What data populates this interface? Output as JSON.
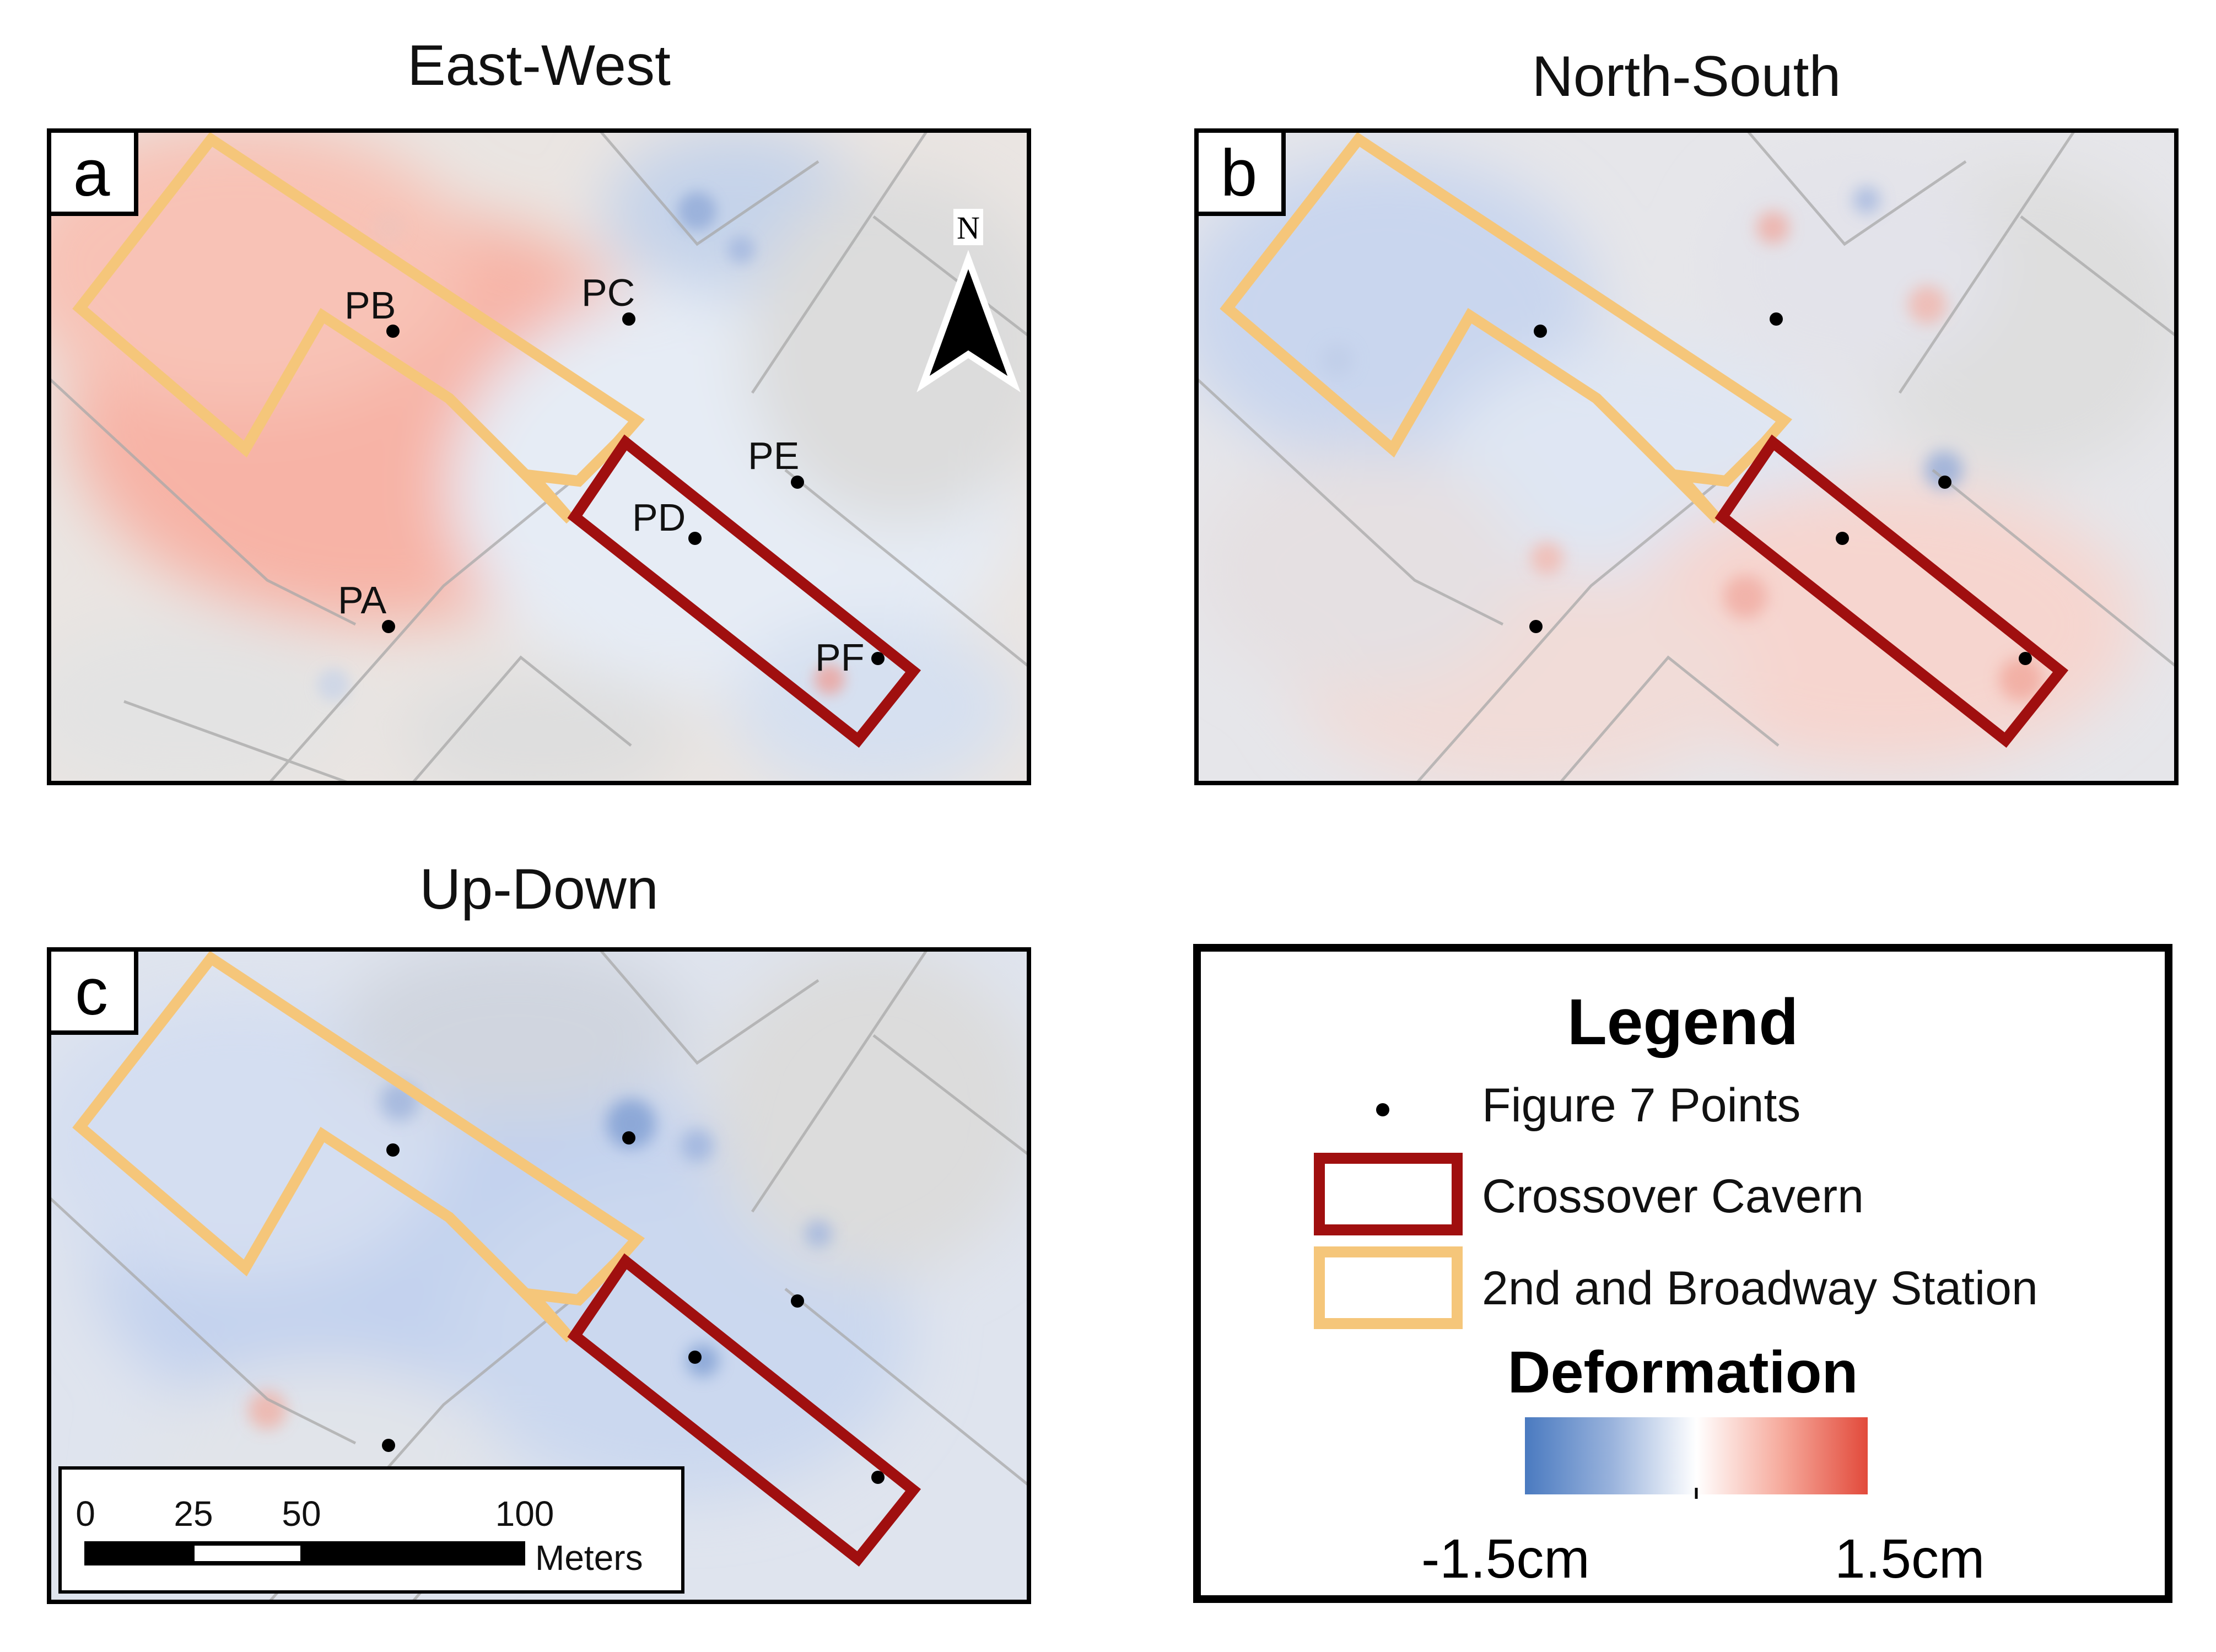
{
  "panels": {
    "a": {
      "letter": "a",
      "title": "East-West"
    },
    "b": {
      "letter": "b",
      "title": "North-South"
    },
    "c": {
      "letter": "c",
      "title": "Up-Down"
    }
  },
  "points": {
    "PA": "PA",
    "PB": "PB",
    "PC": "PC",
    "PD": "PD",
    "PE": "PE",
    "PF": "PF"
  },
  "north_arrow": {
    "label": "N"
  },
  "scale_bar": {
    "ticks": [
      "0",
      "25",
      "50",
      "100"
    ],
    "unit": "Meters"
  },
  "legend": {
    "title": "Legend",
    "items": [
      {
        "label": "Figure 7 Points",
        "symbol": "point"
      },
      {
        "label": "Crossover Cavern",
        "symbol": "box",
        "color": "#a00f0f"
      },
      {
        "label": "2nd and Broadway Station",
        "symbol": "box",
        "color": "#f5c67a"
      }
    ],
    "deformation_title": "Deformation",
    "colorbar": {
      "min_label": "-1.5cm",
      "max_label": "1.5cm",
      "min_value": -1.5,
      "max_value": 1.5,
      "unit": "cm",
      "low_color": "#4a7ac0",
      "mid_color": "#ffffff",
      "high_color": "#e24a3b"
    }
  },
  "colors": {
    "station": "#f5c67a",
    "cavern": "#a00f0f",
    "parcel": "#c9c9c9"
  }
}
